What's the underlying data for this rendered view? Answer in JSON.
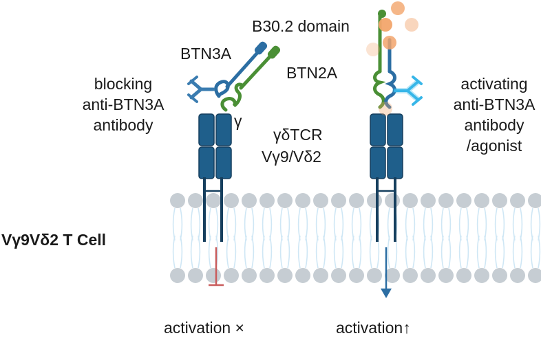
{
  "labels": {
    "b30_domain": "B30.2 domain",
    "btn3a": "BTN3A",
    "btn2a": "BTN2A",
    "gamma": "γ",
    "tcr_line1": "γδTCR",
    "tcr_line2": "Vγ9/Vδ2",
    "blocking": [
      "blocking",
      "anti-BTN3A",
      "antibody"
    ],
    "activating": [
      "activating",
      "anti-BTN3A",
      "antibody",
      "/agonist"
    ],
    "cell": "Vγ9Vδ2 T Cell",
    "activation_blocked": "activation ×",
    "activation_up": "activation↑"
  },
  "colors": {
    "tcr": "#1f5f8b",
    "tcr_dark": "#163f5e",
    "btn3a": "#2c6ea3",
    "btn2a": "#4a8f35",
    "antibody_block": "#3a7cb0",
    "antibody_activate": "#37b6e8",
    "lipid_head": "#c6cdd3",
    "lipid_tail": "#cfe7f5",
    "inhibit": "#c95c5c",
    "arrow_up": "#2c6ea3",
    "phosphoantigen": "#f2a56c"
  }
}
